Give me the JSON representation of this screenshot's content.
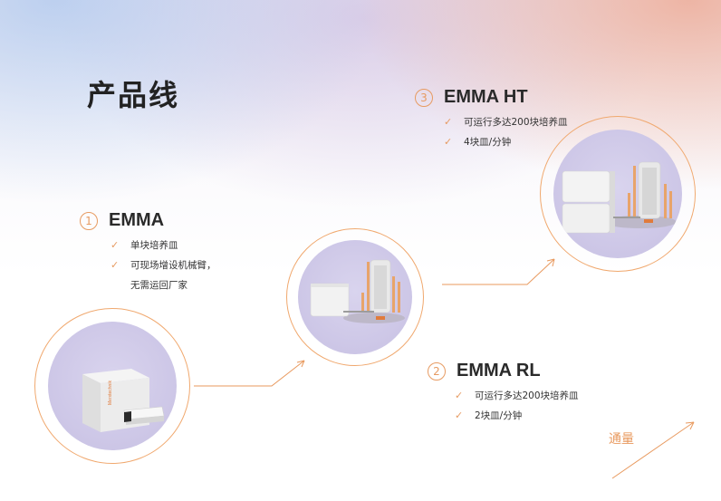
{
  "page": {
    "title": "产品线"
  },
  "products": [
    {
      "number": "1",
      "name": "EMMA",
      "features": [
        "单块培养皿",
        "可现场增设机械臂，",
        "无需运回厂家"
      ]
    },
    {
      "number": "2",
      "name": "EMMA RL",
      "features": [
        "可运行多达200块培养皿",
        "2块皿/分钟"
      ]
    },
    {
      "number": "3",
      "name": "EMMA HT",
      "features": [
        "可运行多达200块培养皿",
        "4块皿/分钟"
      ]
    }
  ],
  "device_brand": "Merxtechnik",
  "axis": {
    "label": "通量"
  },
  "colors": {
    "accent": "#e8995e",
    "circle_fill": "#cfc8e8"
  }
}
